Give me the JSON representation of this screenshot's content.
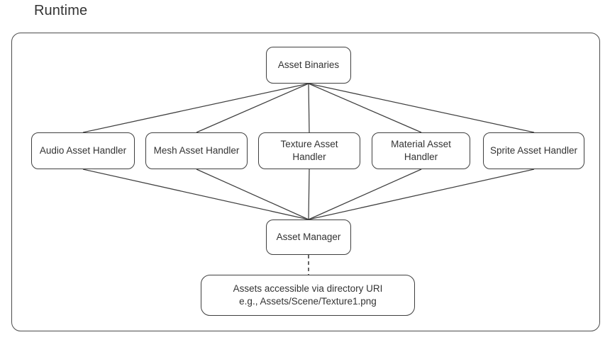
{
  "diagram": {
    "title": "Runtime",
    "type": "flow-diagram",
    "container": {
      "label": "Runtime",
      "shape": "rounded-rectangle"
    },
    "nodes": [
      {
        "id": "asset-binaries",
        "label": "Asset Binaries",
        "shape": "rounded-rectangle",
        "role": "source"
      },
      {
        "id": "audio-handler",
        "label": "Audio Asset Handler",
        "shape": "rounded-rectangle",
        "role": "handler"
      },
      {
        "id": "mesh-handler",
        "label": "Mesh Asset Handler",
        "shape": "rounded-rectangle",
        "role": "handler"
      },
      {
        "id": "texture-handler",
        "label": "Texture Asset\nHandler",
        "shape": "rounded-rectangle",
        "role": "handler"
      },
      {
        "id": "material-handler",
        "label": "Material Asset\nHandler",
        "shape": "rounded-rectangle",
        "role": "handler"
      },
      {
        "id": "sprite-handler",
        "label": "Sprite Asset Handler",
        "shape": "rounded-rectangle",
        "role": "handler"
      },
      {
        "id": "asset-manager",
        "label": "Asset Manager",
        "shape": "rounded-rectangle",
        "role": "manager"
      },
      {
        "id": "uri-note",
        "label": "Assets accessible via directory URI\ne.g., Assets/Scene/Texture1.png",
        "shape": "rounded-rectangle",
        "role": "note"
      }
    ],
    "edges": [
      {
        "from": "asset-binaries",
        "to": "audio-handler",
        "style": "solid"
      },
      {
        "from": "asset-binaries",
        "to": "mesh-handler",
        "style": "solid"
      },
      {
        "from": "asset-binaries",
        "to": "texture-handler",
        "style": "solid"
      },
      {
        "from": "asset-binaries",
        "to": "material-handler",
        "style": "solid"
      },
      {
        "from": "asset-binaries",
        "to": "sprite-handler",
        "style": "solid"
      },
      {
        "from": "audio-handler",
        "to": "asset-manager",
        "style": "solid"
      },
      {
        "from": "mesh-handler",
        "to": "asset-manager",
        "style": "solid"
      },
      {
        "from": "texture-handler",
        "to": "asset-manager",
        "style": "solid"
      },
      {
        "from": "material-handler",
        "to": "asset-manager",
        "style": "solid"
      },
      {
        "from": "sprite-handler",
        "to": "asset-manager",
        "style": "solid"
      },
      {
        "from": "asset-manager",
        "to": "uri-note",
        "style": "dashed"
      }
    ],
    "colors": {
      "background": "#ffffff",
      "node_border": "#3f3f3f",
      "node_fill": "#ffffff",
      "edge": "#3f3f3f",
      "text": "#333333",
      "frame_border": "#4c4c4c"
    }
  }
}
